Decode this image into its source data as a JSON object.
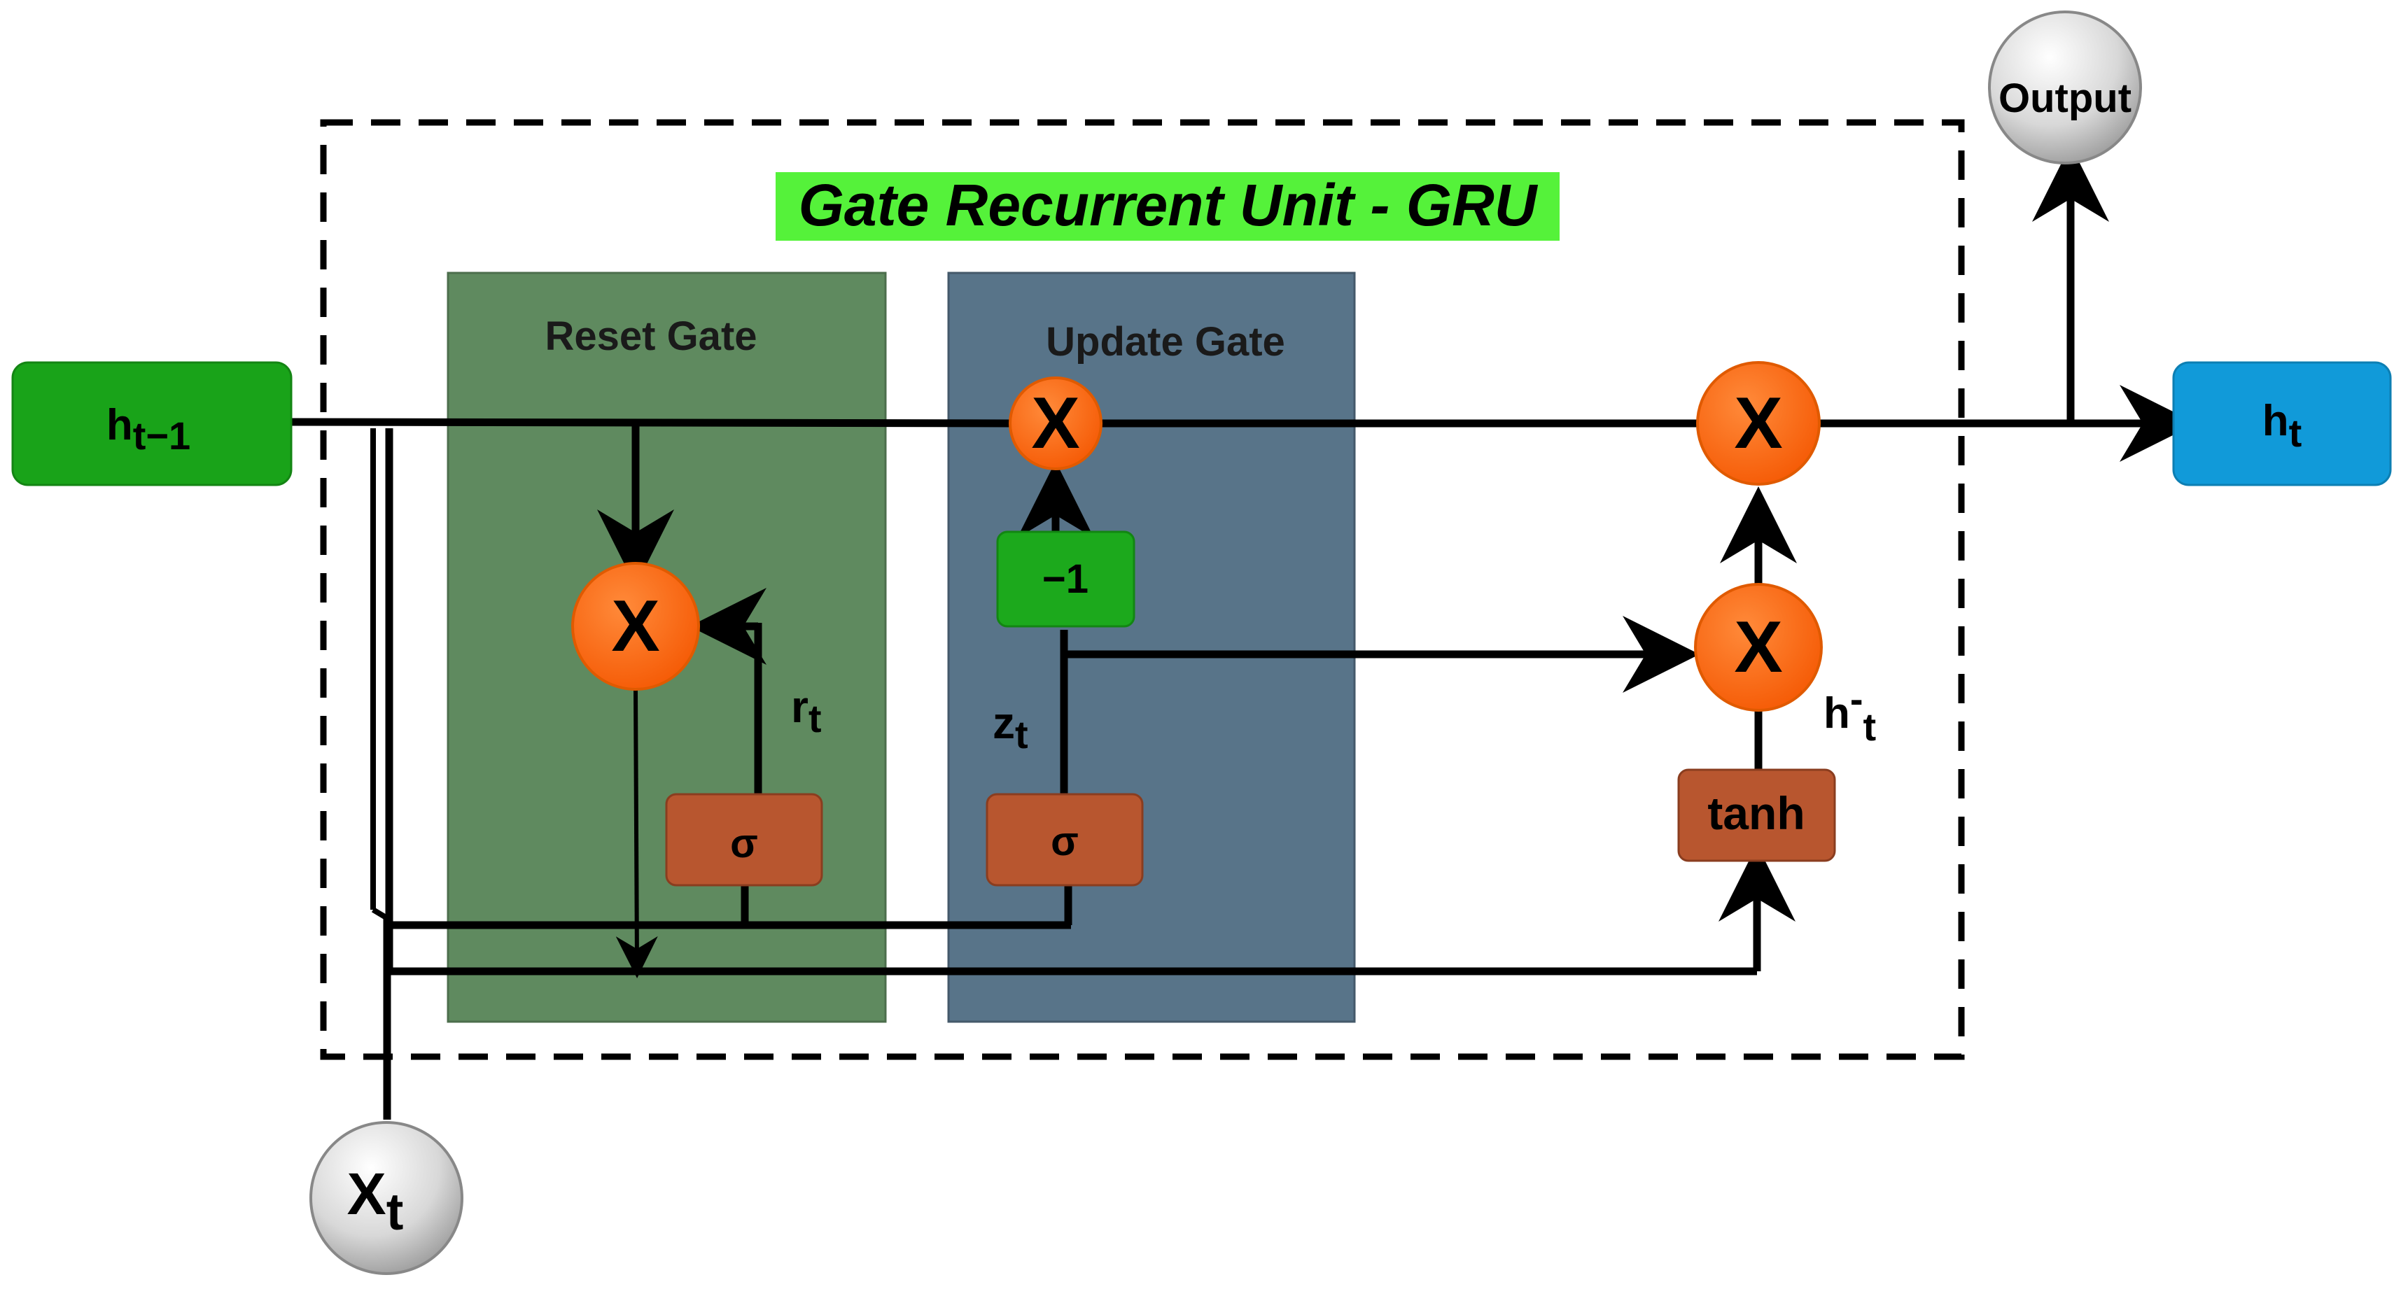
{
  "title": "Gate Recurrent Unit - GRU",
  "colors": {
    "title_bg": "#55f23a",
    "reset_panel": "#5f8a5f",
    "update_panel": "#587489",
    "input_green": "#19a319",
    "output_blue": "#119ad9",
    "multiply_orange": "#ff6a12",
    "activation_brown": "#b8562f",
    "minus_green": "#1ca91c",
    "node_grey": "#e2e2e2",
    "line": "#000000"
  },
  "reset_gate": {
    "label": "Reset Gate"
  },
  "update_gate": {
    "label": "Update Gate"
  },
  "inputs": {
    "h_prev": {
      "base": "h",
      "sub": "t−1"
    },
    "x_t": {
      "base": "X",
      "sub": "t"
    }
  },
  "outputs": {
    "h_t": {
      "base": "h",
      "sub": "t"
    },
    "output_node": "Output"
  },
  "operators": {
    "multiply": "X",
    "sigma": "σ",
    "tanh": "tanh",
    "minus_one": "−1"
  },
  "signals": {
    "r_t": {
      "base": "r",
      "sub": "t"
    },
    "z_t": {
      "base": "z",
      "sub": "t"
    },
    "h_candidate": {
      "base": "h",
      "sup": "-",
      "sub": "t"
    }
  }
}
